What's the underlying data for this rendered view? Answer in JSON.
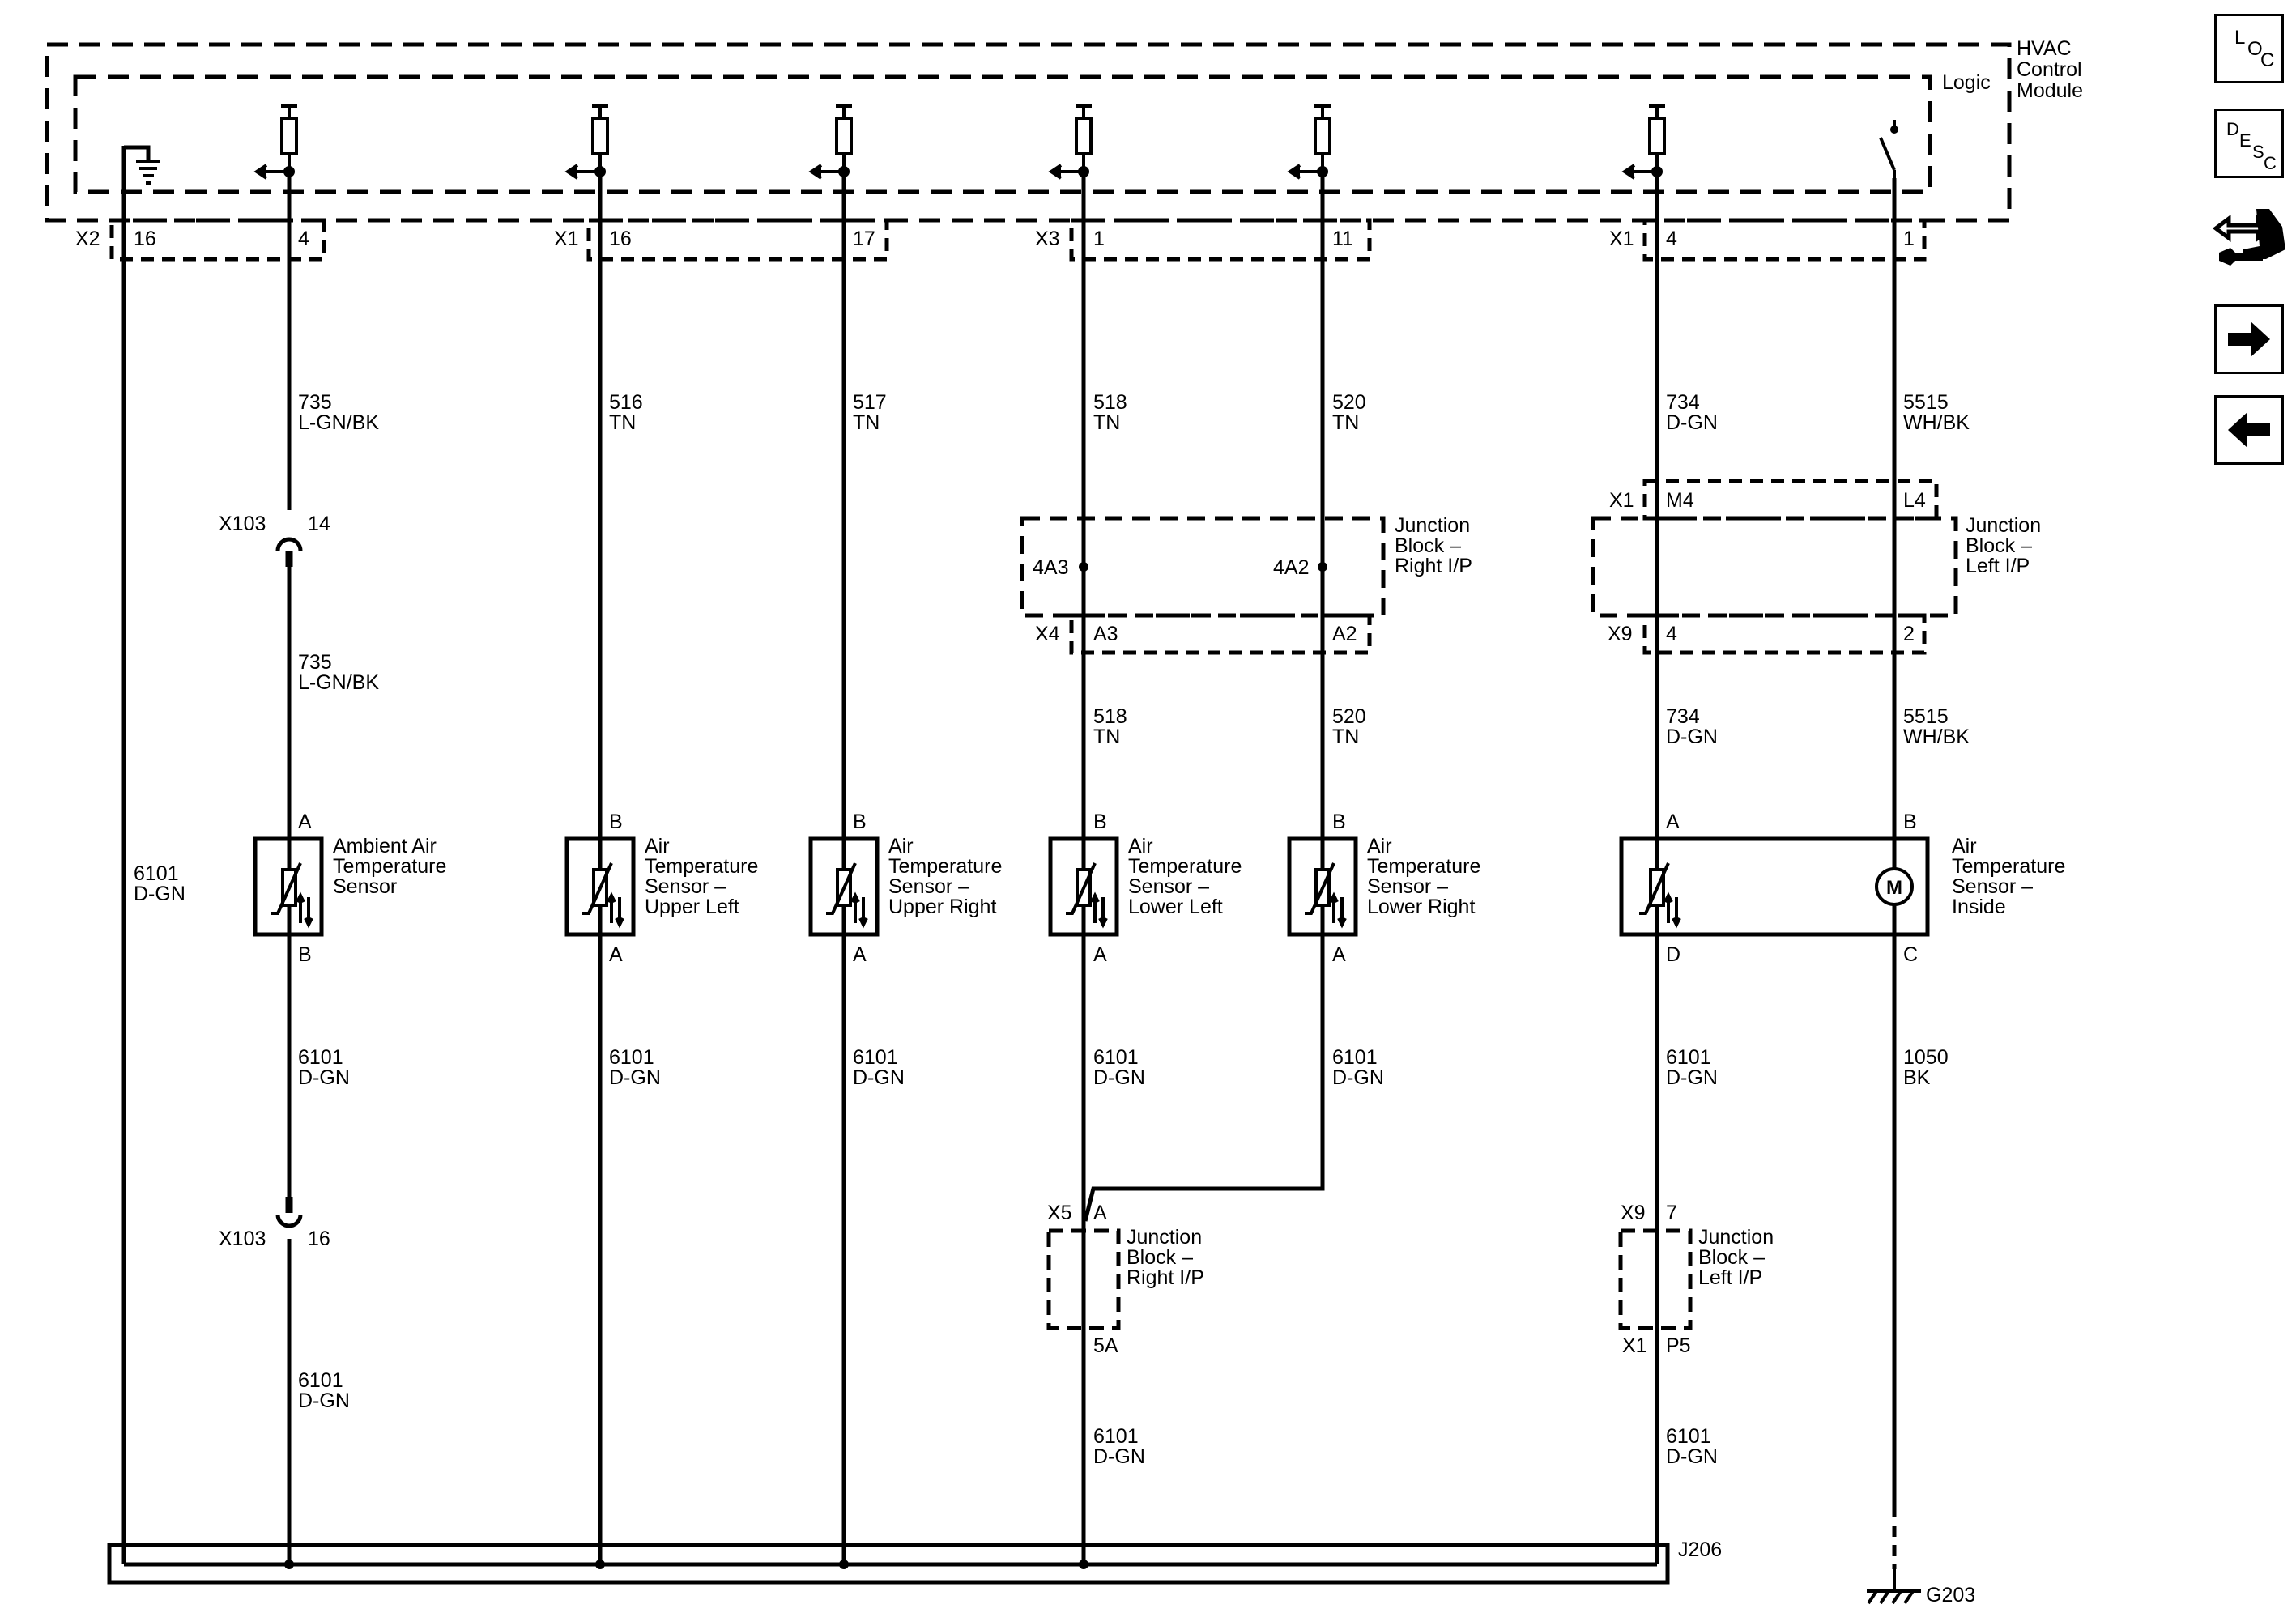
{
  "module": {
    "name_line1": "HVAC",
    "name_line2": "Control",
    "name_line3": "Module",
    "logic_label": "Logic"
  },
  "top_connectors": {
    "x2": "X2",
    "x1a": "X1",
    "x3": "X3",
    "x1b": "X1"
  },
  "top_pins": {
    "p16a": "16",
    "p4a": "4",
    "p16b": "16",
    "p17": "17",
    "p1a": "1",
    "p11": "11",
    "p4b": "4",
    "p1b": "1"
  },
  "upper_wires": [
    {
      "circuit": "735",
      "color": "L-GN/BK"
    },
    {
      "circuit": "516",
      "color": "TN"
    },
    {
      "circuit": "517",
      "color": "TN"
    },
    {
      "circuit": "518",
      "color": "TN"
    },
    {
      "circuit": "520",
      "color": "TN"
    },
    {
      "circuit": "734",
      "color": "D-GN"
    },
    {
      "circuit": "5515",
      "color": "WH/BK"
    }
  ],
  "inline_x103": {
    "name": "X103",
    "pin_top": "14",
    "pin_bottom": "16"
  },
  "wire_735_lower": {
    "circuit": "735",
    "color": "L-GN/BK"
  },
  "jb_right_top": {
    "name_line1": "Junction",
    "name_line2": "Block –",
    "name_line3": "Right I/P",
    "pin_left": "4A3",
    "pin_right": "4A2",
    "conn": "X4",
    "pin_a3": "A3",
    "pin_a2": "A2"
  },
  "jb_left_top": {
    "name_line1": "Junction",
    "name_line2": "Block –",
    "name_line3": "Left I/P",
    "conn_top": "X1",
    "pin_m4": "M4",
    "pin_l4": "L4",
    "conn_bottom": "X9",
    "pin_4": "4",
    "pin_2": "2"
  },
  "mid_wires": [
    {
      "circuit": "518",
      "color": "TN"
    },
    {
      "circuit": "520",
      "color": "TN"
    },
    {
      "circuit": "734",
      "color": "D-GN"
    },
    {
      "circuit": "5515",
      "color": "WH/BK"
    }
  ],
  "ground_wire": {
    "circuit": "6101",
    "color": "D-GN"
  },
  "sensors": [
    {
      "line1": "Ambient Air",
      "line2": "Temperature",
      "line3": "Sensor",
      "line4": "",
      "pin_top": "A",
      "pin_bottom": "B"
    },
    {
      "line1": "Air",
      "line2": "Temperature",
      "line3": "Sensor –",
      "line4": "Upper Left",
      "pin_top": "B",
      "pin_bottom": "A"
    },
    {
      "line1": "Air",
      "line2": "Temperature",
      "line3": "Sensor –",
      "line4": "Upper Right",
      "pin_top": "B",
      "pin_bottom": "A"
    },
    {
      "line1": "Air",
      "line2": "Temperature",
      "line3": "Sensor –",
      "line4": "Lower Left",
      "pin_top": "B",
      "pin_bottom": "A"
    },
    {
      "line1": "Air",
      "line2": "Temperature",
      "line3": "Sensor –",
      "line4": "Lower Right",
      "pin_top": "B",
      "pin_bottom": "A"
    },
    {
      "line1": "Air",
      "line2": "Temperature",
      "line3": "Sensor –",
      "line4": "Inside",
      "pin_a": "A",
      "pin_b": "B",
      "pin_d": "D",
      "pin_c": "C",
      "motor": "M"
    }
  ],
  "lower_wires": [
    {
      "circuit": "6101",
      "color": "D-GN"
    },
    {
      "circuit": "6101",
      "color": "D-GN"
    },
    {
      "circuit": "6101",
      "color": "D-GN"
    },
    {
      "circuit": "6101",
      "color": "D-GN"
    },
    {
      "circuit": "6101",
      "color": "D-GN"
    },
    {
      "circuit": "6101",
      "color": "D-GN"
    },
    {
      "circuit": "1050",
      "color": "BK"
    }
  ],
  "wire_6101_x103": {
    "circuit": "6101",
    "color": "D-GN"
  },
  "jb_right_bottom": {
    "conn_top": "X5",
    "pin_a": "A",
    "name_line1": "Junction",
    "name_line2": "Block –",
    "name_line3": "Right I/P",
    "pin_5a": "5A"
  },
  "jb_left_bottom": {
    "conn_top": "X9",
    "pin_7": "7",
    "name_line1": "Junction",
    "name_line2": "Block –",
    "name_line3": "Left I/P",
    "conn_bottom": "X1",
    "pin_p5": "P5"
  },
  "bottom_wires": [
    {
      "circuit": "6101",
      "color": "D-GN"
    },
    {
      "circuit": "6101",
      "color": "D-GN"
    },
    {
      "circuit": "6101",
      "color": "D-GN"
    }
  ],
  "splice": "J206",
  "ground": "G203",
  "nav": {
    "loc": {
      "l1": "L",
      "l2": "O",
      "l3": "C"
    },
    "desc": {
      "l1": "D",
      "l2": "E",
      "l3": "S",
      "l4": "C"
    },
    "icons": [
      "loc-icon",
      "desc-icon",
      "connector-tool-icon",
      "next-arrow-icon",
      "previous-arrow-icon"
    ]
  }
}
